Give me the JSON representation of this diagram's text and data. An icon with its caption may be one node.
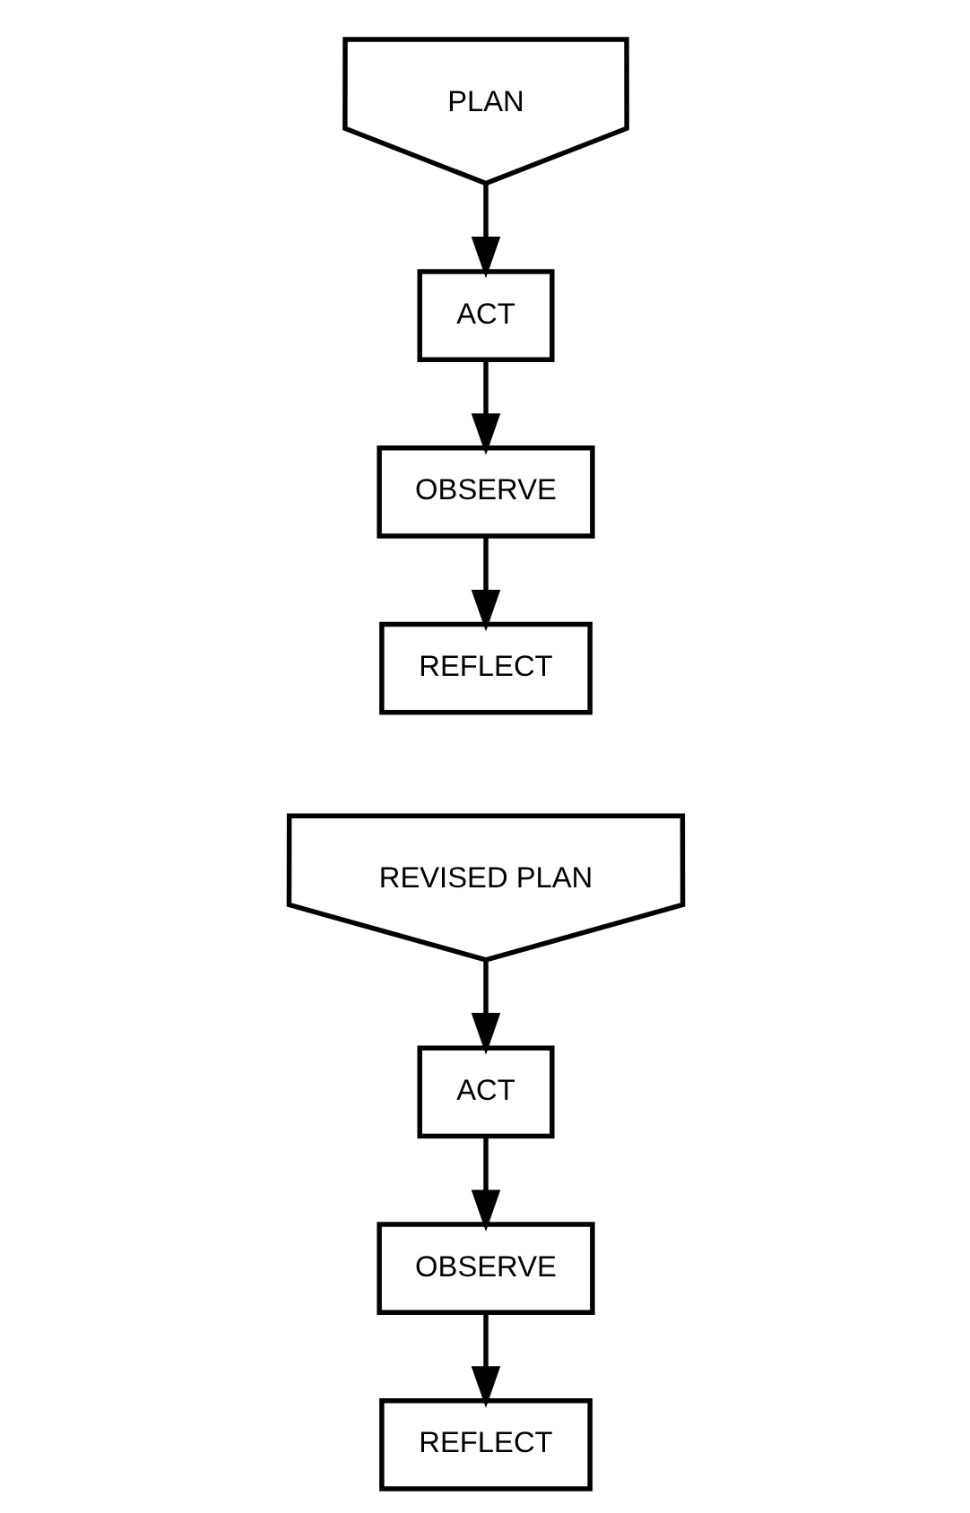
{
  "diagram": {
    "nodes": [
      {
        "text": [
          "PLAN"
        ]
      },
      {
        "text": [
          "ACT"
        ]
      },
      {
        "text": [
          "OBSERVE"
        ]
      },
      {
        "text": [
          "REFLECT"
        ]
      },
      {
        "text": [
          "REVISED PLAN"
        ]
      },
      {
        "text": [
          "ACT"
        ]
      },
      {
        "text": [
          "OBSERVE"
        ]
      },
      {
        "text": [
          "REFLECT"
        ]
      }
    ],
    "edges": [
      {
        "from": 0,
        "to": 1,
        "arrow": "to"
      },
      {
        "from": 1,
        "to": 2,
        "arrow": "to"
      },
      {
        "from": 2,
        "to": 3,
        "arrow": "to"
      },
      {
        "from": 4,
        "to": 5,
        "arrow": "to"
      },
      {
        "from": 5,
        "to": 6,
        "arrow": "to"
      },
      {
        "from": 6,
        "to": 7,
        "arrow": "to"
      }
    ]
  }
}
